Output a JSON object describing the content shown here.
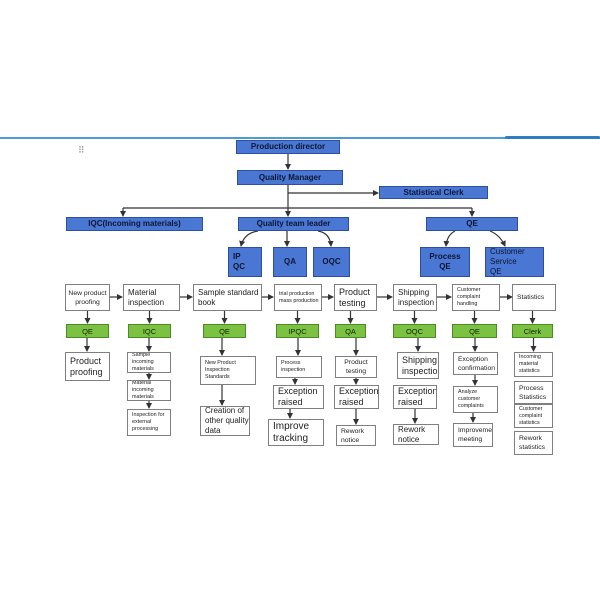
{
  "header": {
    "toolbar_glyph": "⠿"
  },
  "org": {
    "director": "Production director",
    "manager": "Quality Manager",
    "clerk": "Statistical Clerk",
    "iqc_top": "IQC(Incoming materials)",
    "team_leader": "Quality team leader",
    "qe_top": "QE",
    "ipqc": "IP\nQC",
    "qa": "QA",
    "oqc": "OQC",
    "process_qe": "Process\nQE",
    "cs_qe": "Customer\nService\nQE"
  },
  "stages": [
    {
      "label": "New product\nproofing",
      "role": "QE",
      "tasks": [
        "Product\nproofing"
      ]
    },
    {
      "label": "Material\ninspection",
      "role": "IQC",
      "tasks": [
        "Sample incoming\nmaterials",
        "Material incoming\nmaterials",
        "Inspection for\nexternal processing"
      ]
    },
    {
      "label": "Sample standard\nbook",
      "role": "QE",
      "tasks": [
        "New Product\nInspection Standards",
        "Creation of\nother quality data"
      ]
    },
    {
      "label": "trial production\nmass production",
      "role": "IPQC",
      "tasks": [
        "Process\ninspection",
        "Exception\nraised",
        "Improve\ntracking"
      ]
    },
    {
      "label": "Product\ntesting",
      "role": "QA",
      "tasks": [
        "Product\ntesting",
        "Exception\nraised",
        "Rework\nnotice"
      ]
    },
    {
      "label": "Shipping\ninspection",
      "role": "OQC",
      "tasks": [
        "Shipping\ninspection",
        "Exception\nraised",
        "Rework\nnotice"
      ]
    },
    {
      "label": "Customer complaint\nhandling",
      "role": "QE",
      "tasks": [
        "Exception\nconfirmation",
        "Analyze customer\ncomplaints",
        "Improvement\nmeeting"
      ]
    },
    {
      "label": "Statistics",
      "role": "Clerk",
      "tasks": [
        "Incoming material\nstatistics",
        "Process\nStatistics",
        "Customer complaint\nstatistics",
        "Rework\nstatistics"
      ]
    }
  ],
  "colors": {
    "blue": "#4a77d4",
    "green": "#7cc242",
    "line": "#333333",
    "rule": "#4f9bd9"
  }
}
